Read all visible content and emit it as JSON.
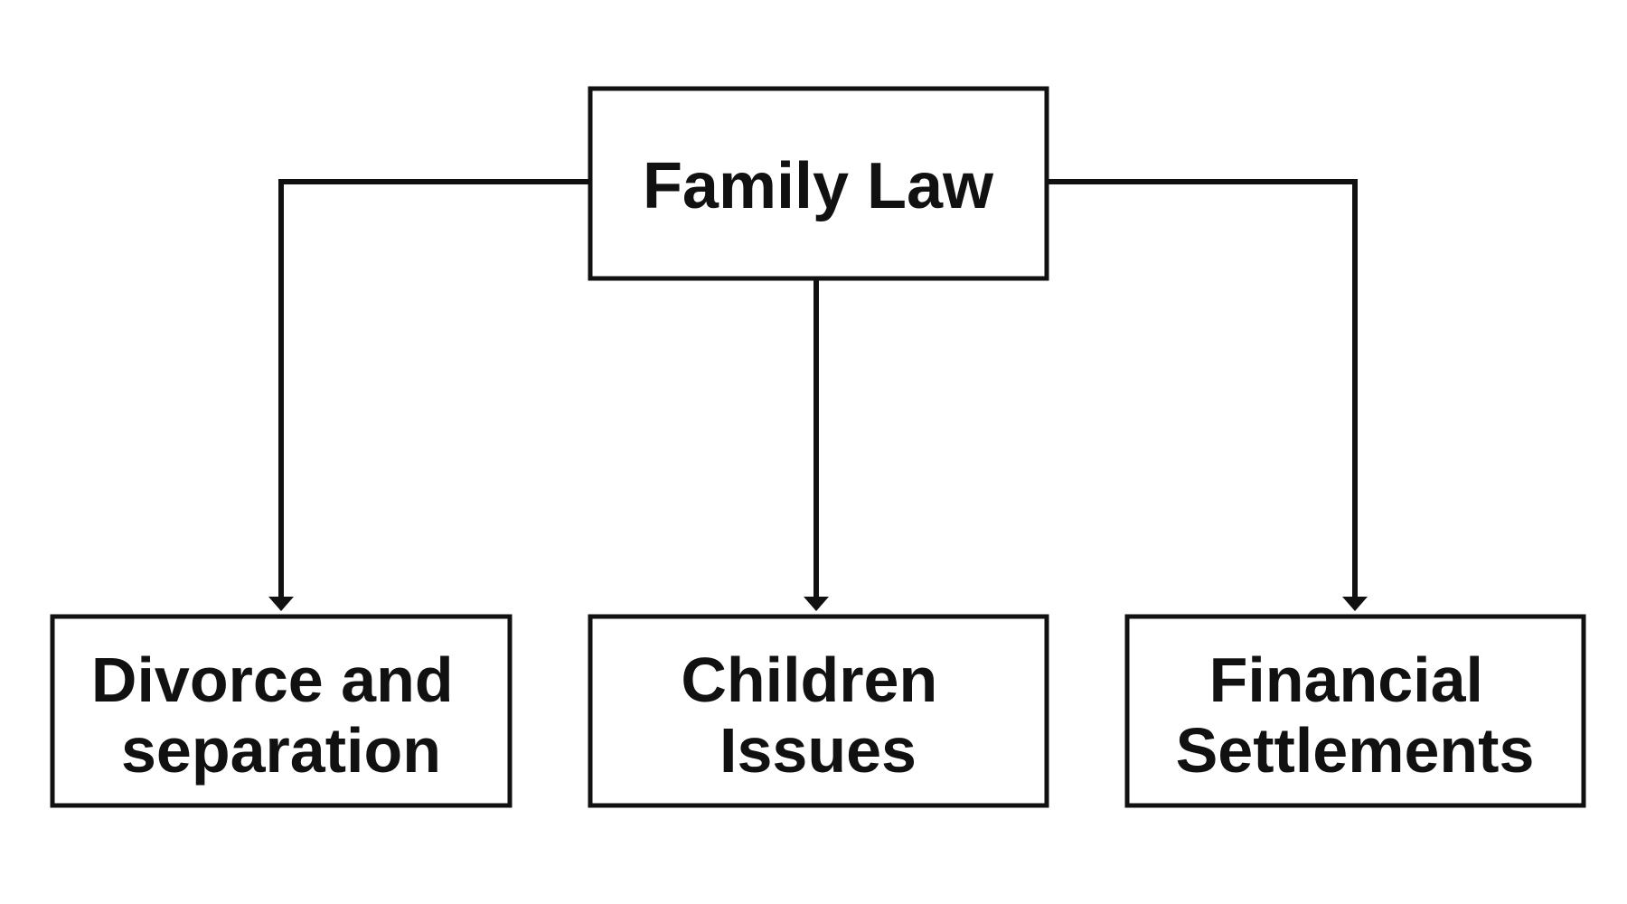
{
  "root": {
    "label": "Family Law"
  },
  "children": [
    {
      "lines": [
        "Divorce and",
        "separation"
      ]
    },
    {
      "lines": [
        "Children",
        "Issues"
      ]
    },
    {
      "lines": [
        "Financial",
        "Settlements"
      ]
    }
  ]
}
